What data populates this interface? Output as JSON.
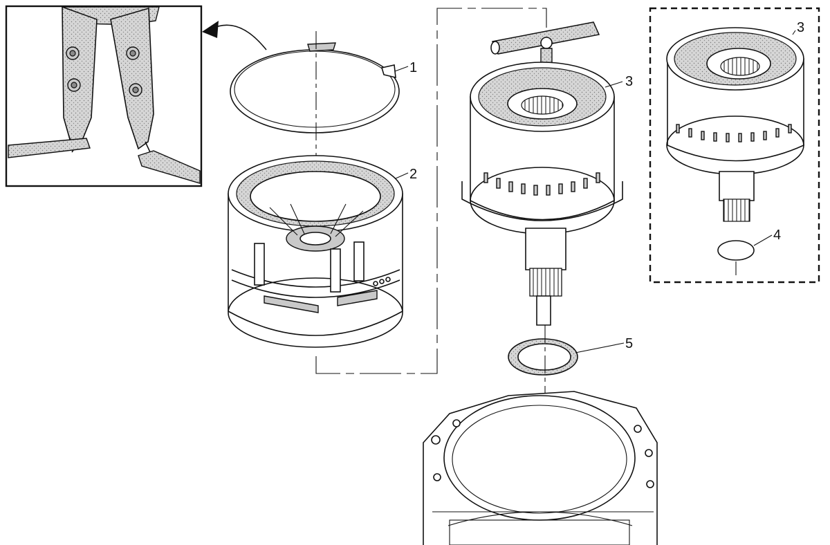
{
  "callouts": {
    "c1": "1",
    "c2": "2",
    "c3_main": "3",
    "c3_inset": "3",
    "c4": "4",
    "c5": "5"
  },
  "icons": {
    "tool": "snap-ring-pliers-icon",
    "direction": "curved-arrow-icon"
  }
}
